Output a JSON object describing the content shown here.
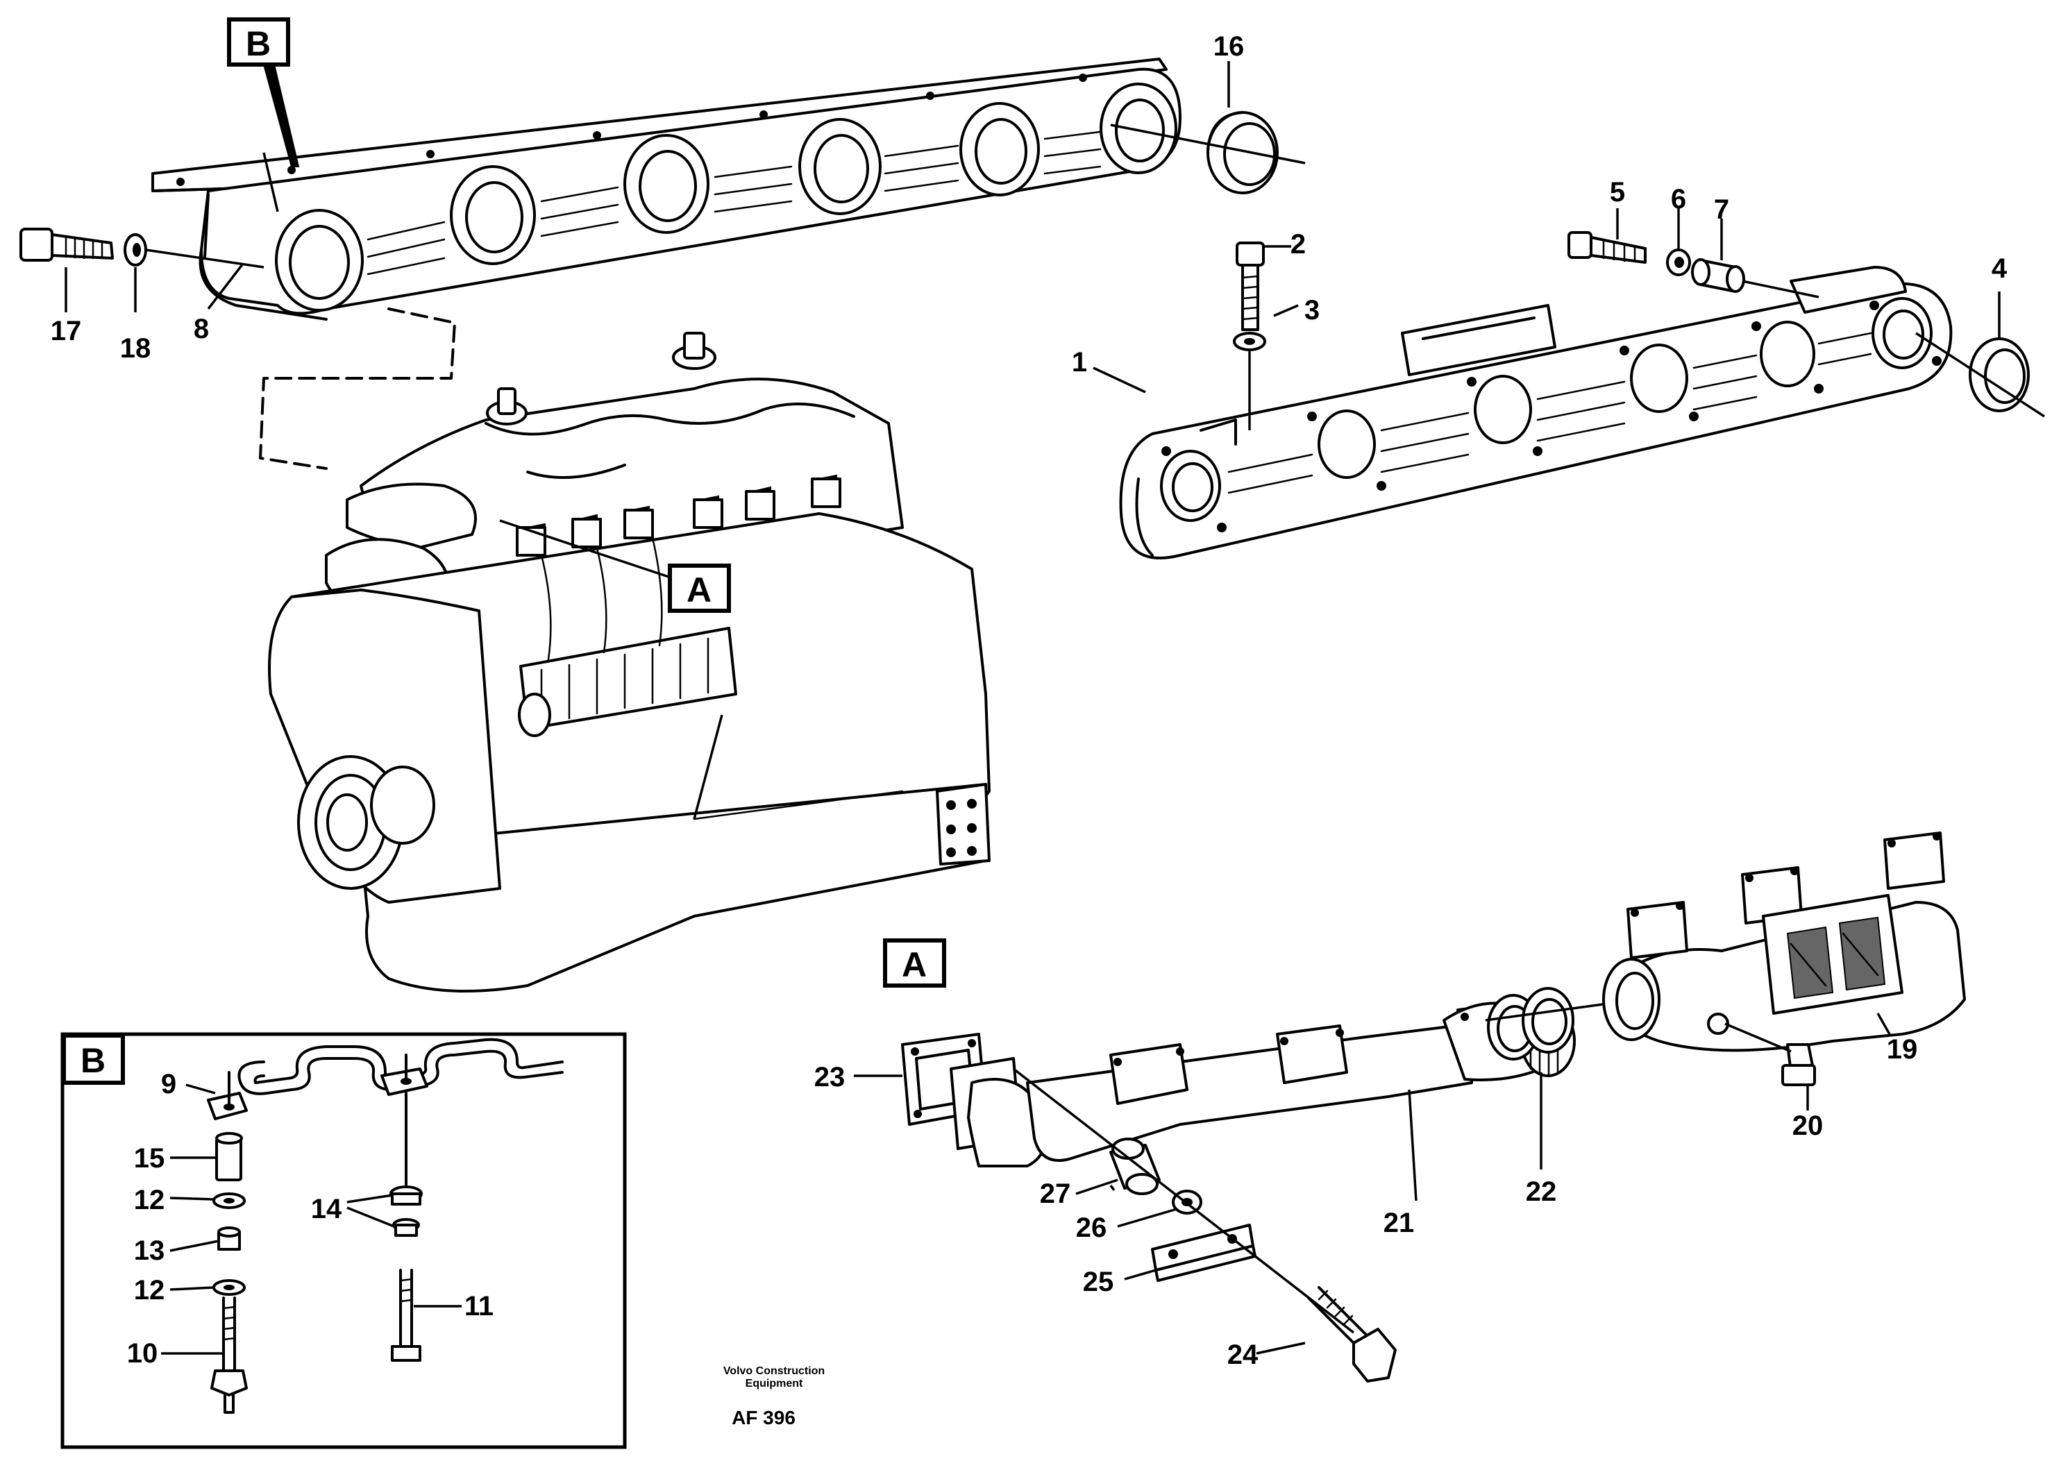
{
  "drawing": {
    "publisher": "Volvo Construction Equipment",
    "publisher_line1": "Volvo Construction",
    "publisher_line2": "Equipment",
    "code": "AF 396"
  },
  "boxes": {
    "b_top": "B",
    "a_engine": "A",
    "a_manifold": "A",
    "b_inset": "B"
  },
  "callouts": {
    "c1": "1",
    "c2": "2",
    "c3": "3",
    "c4": "4",
    "c5": "5",
    "c6": "6",
    "c7": "7",
    "c8": "8",
    "c9": "9",
    "c10": "10",
    "c11": "11",
    "c12a": "12",
    "c12b": "12",
    "c13": "13",
    "c14": "14",
    "c15": "15",
    "c16": "16",
    "c17": "17",
    "c18": "18",
    "c19": "19",
    "c20": "20",
    "c21": "21",
    "c22": "22",
    "c23": "23",
    "c24": "24",
    "c25": "25",
    "c26": "26",
    "c27": "27"
  }
}
